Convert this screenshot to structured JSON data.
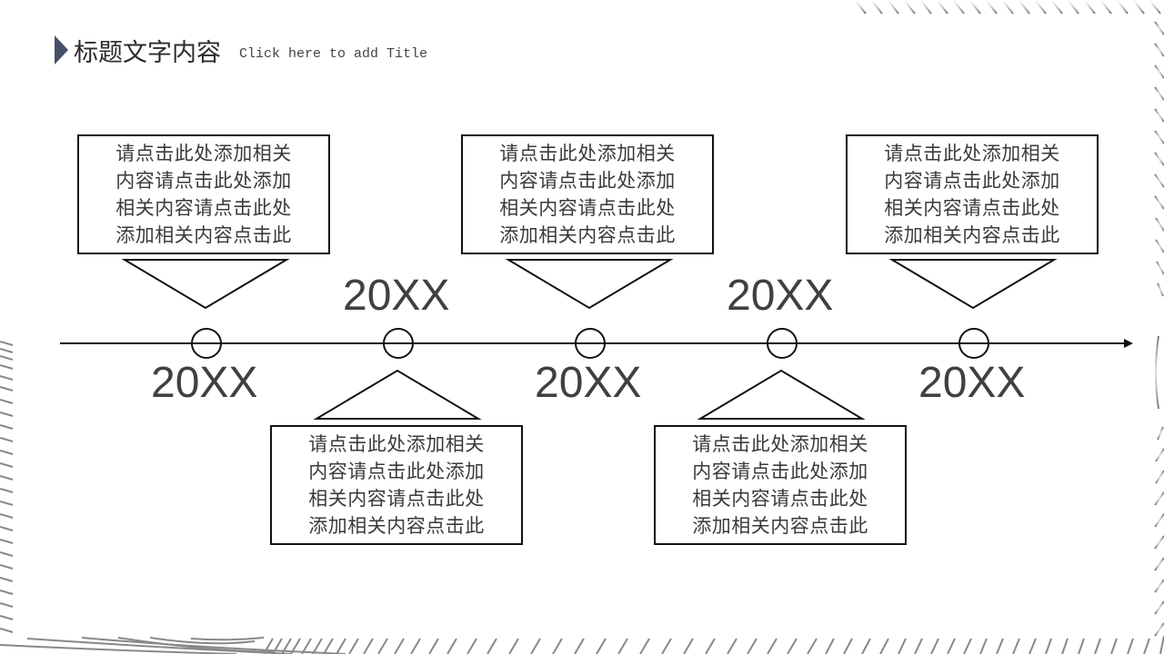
{
  "header": {
    "title_zh": "标题文字内容",
    "title_en": "Click here to add Title",
    "arrow_color": "#465068"
  },
  "timeline": {
    "axis_color": "#111111",
    "text_color": "#404040",
    "nodes": [
      {
        "year": "20XX",
        "year_position": "below",
        "box_position": "above",
        "lines": [
          "请点击此处添加相关",
          "内容请点击此处添加",
          "相关内容请点击此处",
          "添加相关内容点击此"
        ]
      },
      {
        "year": "20XX",
        "year_position": "above",
        "box_position": "below",
        "lines": [
          "请点击此处添加相关",
          "内容请点击此处添加",
          "相关内容请点击此处",
          "添加相关内容点击此"
        ]
      },
      {
        "year": "20XX",
        "year_position": "below",
        "box_position": "above",
        "lines": [
          "请点击此处添加相关",
          "内容请点击此处添加",
          "相关内容请点击此处",
          "添加相关内容点击此"
        ]
      },
      {
        "year": "20XX",
        "year_position": "above",
        "box_position": "below",
        "lines": [
          "请点击此处添加相关",
          "内容请点击此处添加",
          "相关内容请点击此处",
          "添加相关内容点击此"
        ]
      },
      {
        "year": "20XX",
        "year_position": "below",
        "box_position": "above",
        "lines": [
          "请点击此处添加相关",
          "内容请点击此处添加",
          "相关内容请点击此处",
          "添加相关内容点击此"
        ]
      }
    ]
  }
}
